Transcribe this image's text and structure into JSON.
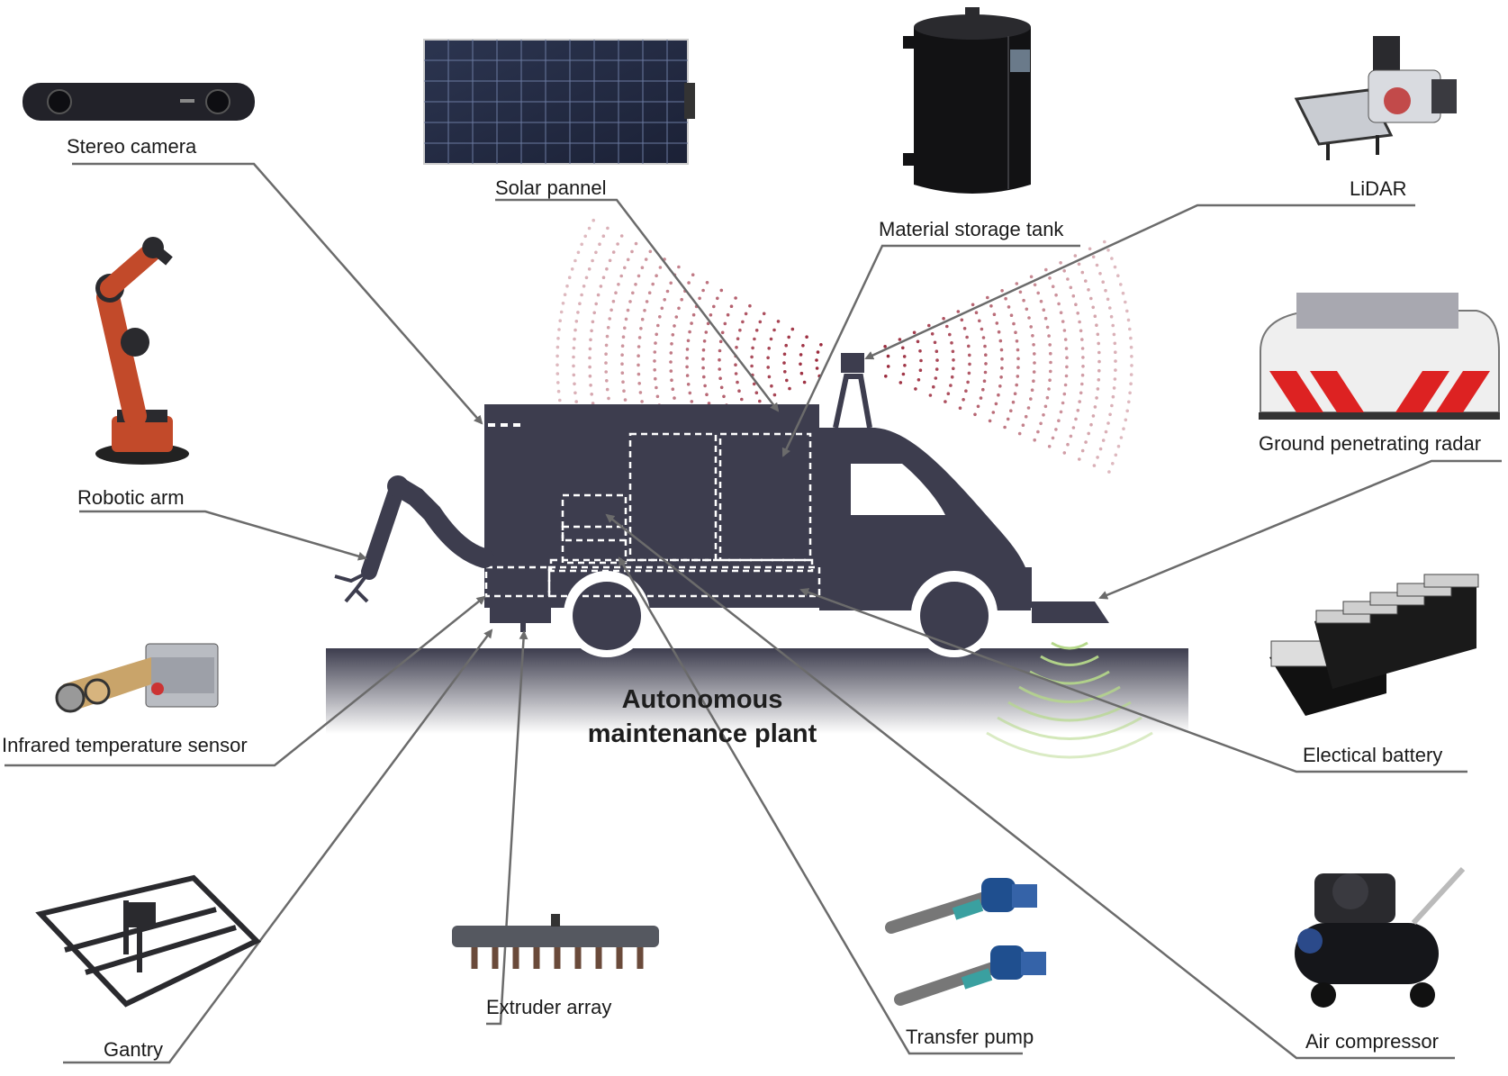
{
  "title_line1": "Autonomous",
  "title_line2": "maintenance plant",
  "components": {
    "stereo_camera": "Stereo camera",
    "solar_panel": "Solar pannel",
    "material_storage_tank": "Material storage tank",
    "lidar": "LiDAR",
    "robotic_arm": "Robotic arm",
    "ground_penetrating_radar": "Ground penetrating radar",
    "infrared_temperature_sensor": "Infrared temperature sensor",
    "electrical_battery": "Electical battery",
    "gantry": "Gantry",
    "extruder_array": "Extruder array",
    "transfer_pump": "Transfer pump",
    "air_compressor": "Air compressor"
  },
  "colors": {
    "vehicle": "#3d3d4e",
    "leader_line": "#6b6b6b",
    "lidar_dots": "#9b2a3c",
    "radar_waves": "#b5d88a",
    "ground_gradient_top": "#3d3d4e"
  }
}
